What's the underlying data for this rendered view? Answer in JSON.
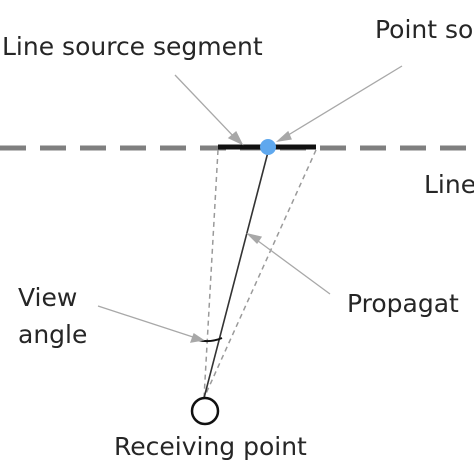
{
  "labels": {
    "line_source_segment": "Line source segment",
    "point_source": "Point so",
    "line": "Line",
    "view": "View",
    "angle": "angle",
    "propagation": "Propagat",
    "receiving_point": "Receiving point"
  },
  "colors": {
    "background": "#ffffff",
    "text": "#262626",
    "dashed_line": "#7f7f7f",
    "segment": "#111111",
    "point_source_fill": "#5fa8ee",
    "arrow": "#a8a8a8",
    "sight_lines": "#9a9a9a",
    "propagation_path": "#333333"
  }
}
